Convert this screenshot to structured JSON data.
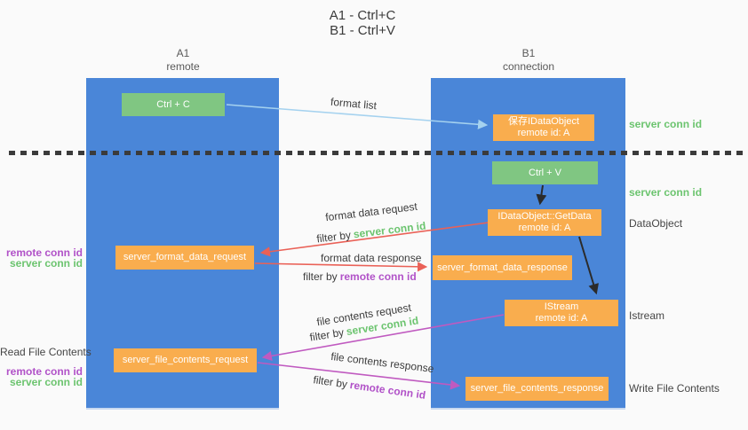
{
  "title": {
    "line1": "A1 - Ctrl+C",
    "line2": "B1 - Ctrl+V"
  },
  "lanes": {
    "left": {
      "name": "A1",
      "subtitle": "remote"
    },
    "right": {
      "name": "B1",
      "subtitle": "connection"
    }
  },
  "boxes": {
    "ctrl_c": "Ctrl + C",
    "ctrl_v": "Ctrl + V",
    "save_idataobject": {
      "line1": "保存IDataObject",
      "line2": "remote id: A"
    },
    "idataobject_getdata": {
      "line1": "IDataObject::GetData",
      "line2": "remote id: A"
    },
    "istream": {
      "line1": "IStream",
      "line2": "remote id: A"
    },
    "server_format_data_request": "server_format_data_request",
    "server_format_data_response": "server_format_data_response",
    "server_file_contents_request": "server_file_contents_request",
    "server_file_contents_response": "server_file_contents_response"
  },
  "arrow_labels": {
    "format_list": "format list",
    "format_data_request": "format data request",
    "format_data_response": "format data response",
    "file_contents_request": "file contents request",
    "file_contents_response": "file contents response",
    "filter_by": "filter by",
    "server_conn_id": "server conn id",
    "remote_conn_id": "remote conn id"
  },
  "side_labels": {
    "server_conn_id_right_top": "server conn id",
    "server_conn_id_right_mid": "server conn id",
    "dataobject": "DataObject",
    "istream": "Istream",
    "write_file_contents": "Write File Contents",
    "read_file_contents": "Read File Contents",
    "remote_conn_id_left": "remote conn id",
    "server_conn_id_left": "server conn id"
  },
  "colors": {
    "lane_blue": "#4a86d8",
    "box_green": "#80c682",
    "box_orange": "#f9ad4e",
    "arrow_light_blue": "#a5d2ef",
    "arrow_red": "#ea6157",
    "arrow_magenta": "#c05ac0",
    "arrow_black": "#2b2b2b",
    "text_green": "#6cc46f",
    "text_purple": "#b152c8",
    "background": "#fafafa"
  }
}
